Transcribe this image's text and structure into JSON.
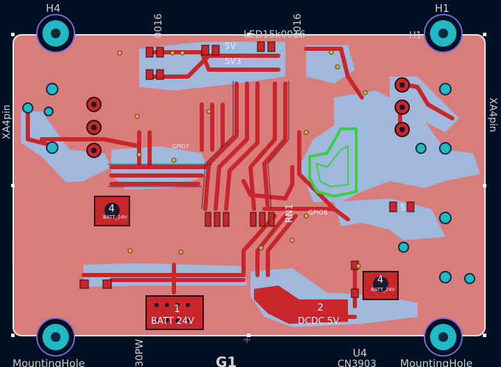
{
  "colors": {
    "background": "#001023",
    "board_outline": "#e8e8e8",
    "copper_back": "#d97c7c",
    "copper_front": "#c8262b",
    "pour_front": "#9fb8dc",
    "silk_text": "#d0d0d0",
    "pad_cyan": "#21b8c8",
    "pad_ring": "#7a6ad8",
    "courtyard_green": "#36d040",
    "selection_text": "#e6f0ff"
  },
  "labels": {
    "h4": "H4",
    "h1": "H1",
    "led_top": "LED15k0016",
    "led_left_vertical": "0016",
    "h1_small": "H1",
    "xa_left": "XA4pin",
    "xa_right": "XA4pin",
    "g1": "G1",
    "u4": "U4",
    "cn": "CN3903",
    "mounting_left": "MountingHole",
    "mounting_right": "MountingHole",
    "batt_24v_bottom": "BATT 24V",
    "batt_24v_left": "BATT_24V",
    "batt_24v_right": "BATT_24V",
    "dcdc_5v": "DCDC 5V",
    "pin_4_left": "4",
    "pin_4_right": "4",
    "pin_2": "2",
    "pin_1": "1",
    "pin_5": "5",
    "rn1": "RN1",
    "gpio8": "GPIO8",
    "gpio7": "GPIO7",
    "30pw": "30PW",
    "5v3": "5V3",
    "5v": "5V"
  }
}
